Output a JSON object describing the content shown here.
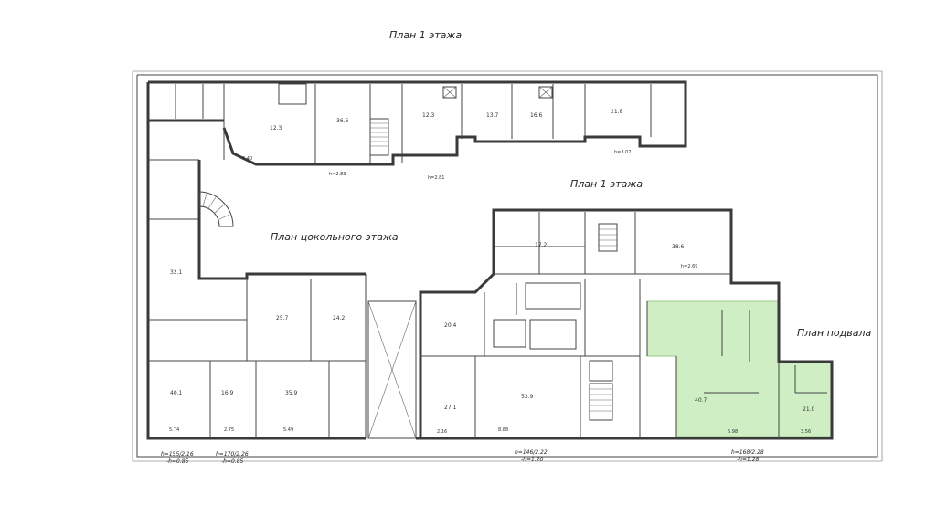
{
  "labels": {
    "plan_first_floor_top": "План 1 этажа",
    "plan_first_floor_right": "План 1 этажа",
    "plan_ground_floor": "План цокольного этажа",
    "plan_basement": "План подвала"
  },
  "footnotes": {
    "left_a": "h=155/2.16",
    "left_a2": "-h=0.85",
    "left_b": "h=170/2.26",
    "left_b2": "-h=0.85",
    "mid": "h=146/2.22",
    "mid2": "-h=1.20",
    "right": "h=168/2.28",
    "right2": "-h=1.28"
  },
  "highlight_color": "#cfeec4",
  "wall_color": "#3a3a3a"
}
